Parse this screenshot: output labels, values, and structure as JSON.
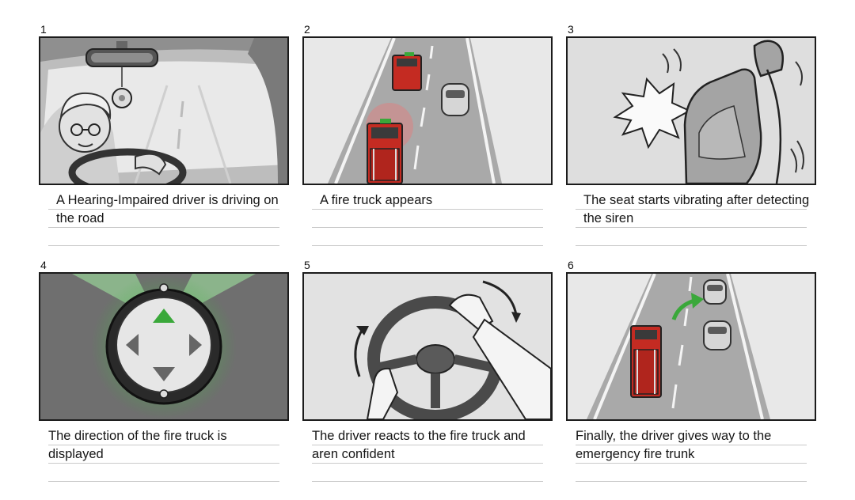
{
  "panels": [
    {
      "number": "1",
      "caption": "A Hearing-Impaired driver is driving on the road",
      "scene": "elderly driver behind steering wheel inside car"
    },
    {
      "number": "2",
      "caption": "A fire truck appears",
      "scene": "fire truck with flashing light approaching from behind on highway"
    },
    {
      "number": "3",
      "caption": "The seat starts vibrating after detecting the siren",
      "scene": "car seat vibrating"
    },
    {
      "number": "4",
      "caption": "The direction of the fire truck is displayed",
      "scene": "round direction indicator with green up arrow glowing"
    },
    {
      "number": "5",
      "caption": "The driver reacts to the fire truck and aren confident",
      "scene": "hands turning steering wheel"
    },
    {
      "number": "6",
      "caption": "Finally, the driver gives way to the emergency fire trunk",
      "scene": "car changes lane to let fire truck pass"
    }
  ],
  "icons": {
    "rotate_arrow": "curved-arrow-icon",
    "lane_change_arrow": "green-arrow-icon",
    "direction_arrows": [
      "arrow-up-icon",
      "arrow-left-icon",
      "arrow-right-icon",
      "arrow-down-icon"
    ]
  },
  "colors": {
    "accent_green": "#3aa83a",
    "fire_truck_red": "#c42b22",
    "frame_border": "#1b1b1b"
  }
}
